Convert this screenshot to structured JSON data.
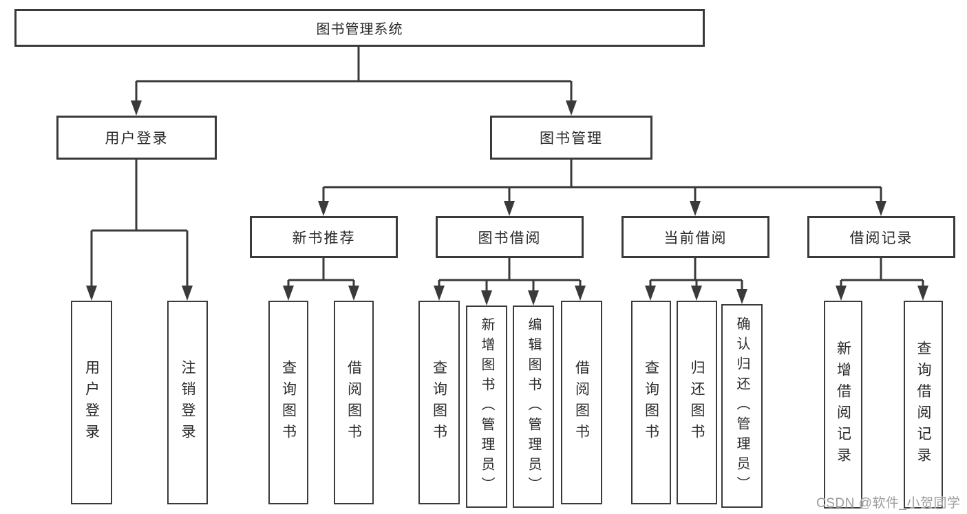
{
  "diagram": {
    "root": {
      "label": "图书管理系统"
    },
    "branches": [
      {
        "label": "用户登录",
        "children": [
          "用户登录",
          "注销登录"
        ]
      },
      {
        "label": "图书管理",
        "children": [
          {
            "label": "新书推荐",
            "children": [
              "查询图书",
              "借阅图书"
            ]
          },
          {
            "label": "图书借阅",
            "children": [
              "查询图书",
              "新增图书（管理员）",
              "编辑图书（管理员）",
              "借阅图书"
            ]
          },
          {
            "label": "当前借阅",
            "children": [
              "查询图书",
              "归还图书",
              "确认归还（管理员）"
            ]
          },
          {
            "label": "借阅记录",
            "children": [
              "新增借阅记录",
              "查询借阅记录"
            ]
          }
        ]
      }
    ]
  },
  "watermark": {
    "text": "CSDN @软件_小贺同学"
  },
  "colors": {
    "line": "#3a3a3a",
    "border": "#3a3a3a",
    "text": "#2a2a2a",
    "watermark": "#9c9c9c",
    "background": "#ffffff"
  }
}
